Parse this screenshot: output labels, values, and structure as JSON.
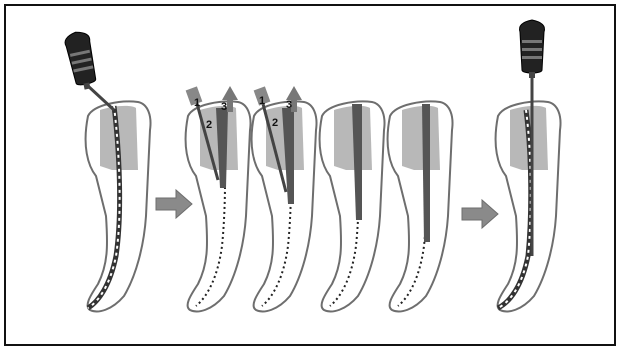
{
  "figure": {
    "step_labels": [
      "1",
      "2",
      "3"
    ],
    "colors": {
      "tooth_outline": "#6e6e6e",
      "pulp_gray": "#b8b8b8",
      "file_dark": "#555555",
      "arrow_gray": "#8a8a8a",
      "border": "#111111"
    },
    "icons": [
      "handle-file-icon",
      "process-arrow-icon",
      "step-arrow-icon"
    ]
  }
}
